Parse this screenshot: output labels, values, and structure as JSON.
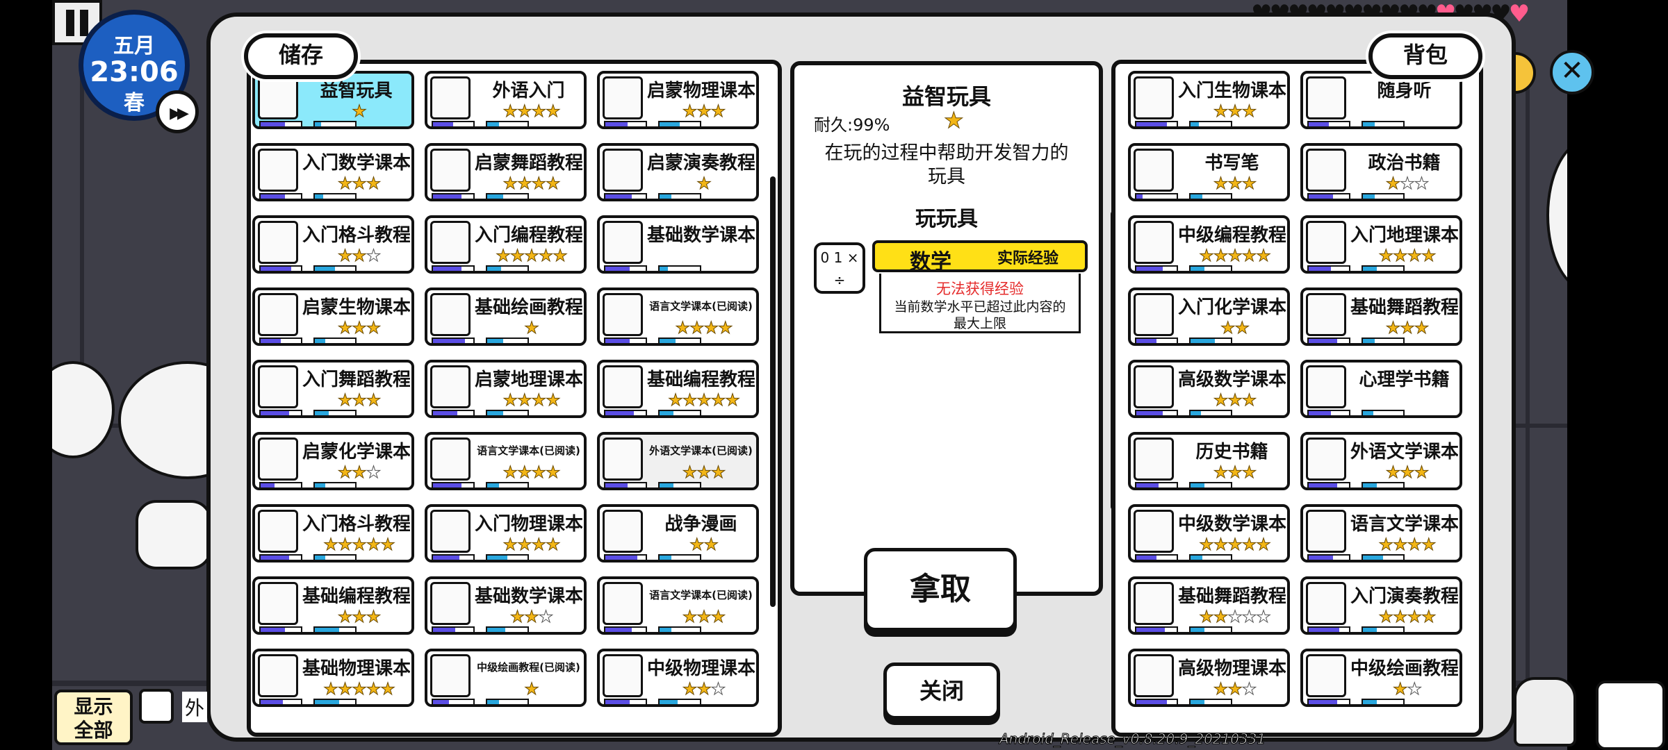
{
  "hud": {
    "month": "五月",
    "time": "23:06",
    "season": "春",
    "fast_forward": "▶▶"
  },
  "storage": {
    "title": "储存",
    "items": [
      {
        "name": "益智玩具",
        "stars": 1,
        "max": 1,
        "icon": "house-icon",
        "sel": true,
        "b1": 0.6,
        "b2": 0.15
      },
      {
        "name": "外语入门",
        "stars": 4,
        "max": 4,
        "icon": "face-book-icon",
        "b1": 0.5,
        "b2": 0.3
      },
      {
        "name": "启蒙物理课本",
        "stars": 3,
        "max": 3,
        "icon": "speaker-book-icon",
        "b1": 0.55,
        "b2": 0.5
      },
      {
        "name": "入门数学课本",
        "stars": 3,
        "max": 3,
        "icon": "math-book-icon",
        "b1": 0.6,
        "b2": 0.2
      },
      {
        "name": "启蒙舞蹈教程",
        "stars": 4,
        "max": 4,
        "icon": "dance-book-icon",
        "b1": 0.7,
        "b2": 0.4
      },
      {
        "name": "启蒙演奏教程",
        "stars": 1,
        "max": 1,
        "icon": "music-book-icon",
        "b1": 0.65,
        "b2": 0.3
      },
      {
        "name": "入门格斗教程",
        "stars": 2,
        "max": 3,
        "icon": "fight-book-icon",
        "b1": 0.75,
        "b2": 0.5
      },
      {
        "name": "入门编程教程",
        "stars": 5,
        "max": 5,
        "icon": "laptop-book-icon",
        "b1": 0.7,
        "b2": 0.35
      },
      {
        "name": "基础数学课本",
        "stars": 0,
        "max": 0,
        "icon": "math-book-icon",
        "b1": 0.6,
        "b2": 0.2
      },
      {
        "name": "启蒙生物课本",
        "stars": 3,
        "max": 3,
        "icon": "bio-book-icon",
        "b1": 0.5,
        "b2": 0.25
      },
      {
        "name": "基础绘画教程",
        "stars": 1,
        "max": 1,
        "icon": "art-book-icon",
        "b1": 0.8,
        "b2": 0.4
      },
      {
        "name": "语言文学课本(已阅读)",
        "stars": 4,
        "max": 4,
        "icon": "lang-book-icon",
        "small": true,
        "b1": 0.6,
        "b2": 0.4
      },
      {
        "name": "入门舞蹈教程",
        "stars": 3,
        "max": 3,
        "icon": "dance-book-icon",
        "b1": 0.7,
        "b2": 0.35
      },
      {
        "name": "启蒙地理课本",
        "stars": 4,
        "max": 4,
        "icon": "geo-book-icon",
        "b1": 0.6,
        "b2": 0.4
      },
      {
        "name": "基础编程教程",
        "stars": 5,
        "max": 5,
        "icon": "laptop-book-icon",
        "b1": 0.7,
        "b2": 0.35
      },
      {
        "name": "启蒙化学课本",
        "stars": 2,
        "max": 3,
        "icon": "chem-book-icon",
        "b1": 0.35,
        "b2": 0.25
      },
      {
        "name": "语言文学课本(已阅读)",
        "stars": 4,
        "max": 4,
        "icon": "lang-book-icon",
        "small": true,
        "b1": 0.7,
        "b2": 0.3
      },
      {
        "name": "外语文学课本(已阅读)",
        "stars": 3,
        "max": 3,
        "icon": "grid-book-icon",
        "small": true,
        "gray": true,
        "b1": 0.55,
        "b2": 0.35
      },
      {
        "name": "入门格斗教程",
        "stars": 5,
        "max": 5,
        "icon": "fight-book-icon",
        "b1": 0.7,
        "b2": 0.25
      },
      {
        "name": "入门物理课本",
        "stars": 4,
        "max": 4,
        "icon": "speaker-book-icon",
        "b1": 0.65,
        "b2": 0.5
      },
      {
        "name": "战争漫画",
        "stars": 2,
        "max": 2,
        "icon": "sword-book-icon",
        "b1": 0.8,
        "b2": 0.3
      },
      {
        "name": "基础编程教程",
        "stars": 3,
        "max": 3,
        "icon": "laptop-book-icon",
        "b1": 0.6,
        "b2": 0.6
      },
      {
        "name": "基础数学课本",
        "stars": 2,
        "max": 3,
        "icon": "math-book-icon",
        "b1": 0.55,
        "b2": 0.45
      },
      {
        "name": "语言文学课本(已阅读)",
        "stars": 3,
        "max": 3,
        "icon": "lang-book-icon",
        "small": true,
        "b1": 0.65,
        "b2": 0.3
      },
      {
        "name": "基础物理课本",
        "stars": 5,
        "max": 5,
        "icon": "speaker-book-icon",
        "b1": 0.55,
        "b2": 0.6
      },
      {
        "name": "中级绘画教程(已阅读)",
        "stars": 1,
        "max": 1,
        "icon": "art-book-icon",
        "small": true,
        "b1": 0.4,
        "b2": 0.3
      },
      {
        "name": "中级物理课本",
        "stars": 2,
        "max": 3,
        "icon": "speaker-book-icon",
        "b1": 0.6,
        "b2": 0.45
      }
    ]
  },
  "detail": {
    "name": "益智玩具",
    "durability": "耐久:99%",
    "desc": "在玩的过程中帮助开发智力的玩具",
    "action": "玩玩具",
    "skill_label": "数学",
    "skill_tag": "实际经验",
    "skill_icon_text": "0 1 × ÷",
    "warn": "无法获得经验",
    "warn_desc": "当前数学水平已超过此内容的最大上限",
    "take_button": "拿取",
    "close_button": "关闭"
  },
  "backpack": {
    "title": "背包",
    "items": [
      {
        "name": "入门生物课本",
        "stars": 3,
        "max": 3,
        "icon": "bio-book-icon",
        "b1": 0.75,
        "b2": 0.2
      },
      {
        "name": "随身听",
        "stars": 0,
        "max": 0,
        "icon": "radio-icon",
        "b1": 0.5,
        "b2": 0.3
      },
      {
        "name": "书写笔",
        "stars": 3,
        "max": 3,
        "icon": "pen-icon",
        "b1": 0.15,
        "b2": 0.3
      },
      {
        "name": "政治书籍",
        "stars": 1,
        "max": 3,
        "icon": "politics-book-icon",
        "b1": 0.6,
        "b2": 0.3
      },
      {
        "name": "中级编程教程",
        "stars": 5,
        "max": 5,
        "icon": "laptop-book-icon",
        "b1": 0.65,
        "b2": 0.35
      },
      {
        "name": "入门地理课本",
        "stars": 4,
        "max": 4,
        "icon": "geo-book-icon",
        "b1": 0.55,
        "b2": 0.35
      },
      {
        "name": "入门化学课本",
        "stars": 2,
        "max": 2,
        "icon": "chem-book-icon",
        "b1": 0.5,
        "b2": 0.6
      },
      {
        "name": "基础舞蹈教程",
        "stars": 3,
        "max": 3,
        "icon": "dance-book-icon",
        "b1": 0.7,
        "b2": 0.3
      },
      {
        "name": "高级数学课本",
        "stars": 3,
        "max": 3,
        "icon": "math-book-icon",
        "b1": 0.65,
        "b2": 0.25
      },
      {
        "name": "心理学书籍",
        "stars": 0,
        "max": 0,
        "icon": "moon-book-icon",
        "b1": 0.55,
        "b2": 0.25
      },
      {
        "name": "历史书籍",
        "stars": 3,
        "max": 3,
        "icon": "history-book-icon",
        "b1": 0.55,
        "b2": 0.35
      },
      {
        "name": "外语文学课本",
        "stars": 3,
        "max": 3,
        "icon": "grid-book-icon",
        "b1": 0.7,
        "b2": 0.35
      },
      {
        "name": "中级数学课本",
        "stars": 5,
        "max": 5,
        "icon": "math-book-icon",
        "b1": 0.5,
        "b2": 0.3
      },
      {
        "name": "语言文学课本",
        "stars": 4,
        "max": 4,
        "icon": "lang-book-icon",
        "b1": 0.6,
        "b2": 0.5
      },
      {
        "name": "基础舞蹈教程",
        "stars": 2,
        "max": 5,
        "icon": "dance-book-icon",
        "b1": 0.7,
        "b2": 0.35
      },
      {
        "name": "入门演奏教程",
        "stars": 4,
        "max": 4,
        "icon": "music-book-icon",
        "b1": 0.75,
        "b2": 0.35
      },
      {
        "name": "高级物理课本",
        "stars": 2,
        "max": 3,
        "icon": "speaker-book-icon",
        "b1": 0.75,
        "b2": 0.35
      },
      {
        "name": "中级绘画教程",
        "stars": 1,
        "max": 2,
        "icon": "art-book-icon",
        "b1": 0.7,
        "b2": 0.35
      }
    ]
  },
  "bottom": {
    "show_all": "显示全部",
    "partial_label": "外"
  },
  "version": "Android_Release_v0.8.20.9_20210331",
  "colors": {
    "selected": "#8be9fb",
    "star": "#f3b616",
    "bar_exp": "#5b4ee5",
    "bar_dur": "#29a7de",
    "warn": "#e52b2b",
    "skill_bg": "#ffe016",
    "clock": "#1d5fc1"
  }
}
